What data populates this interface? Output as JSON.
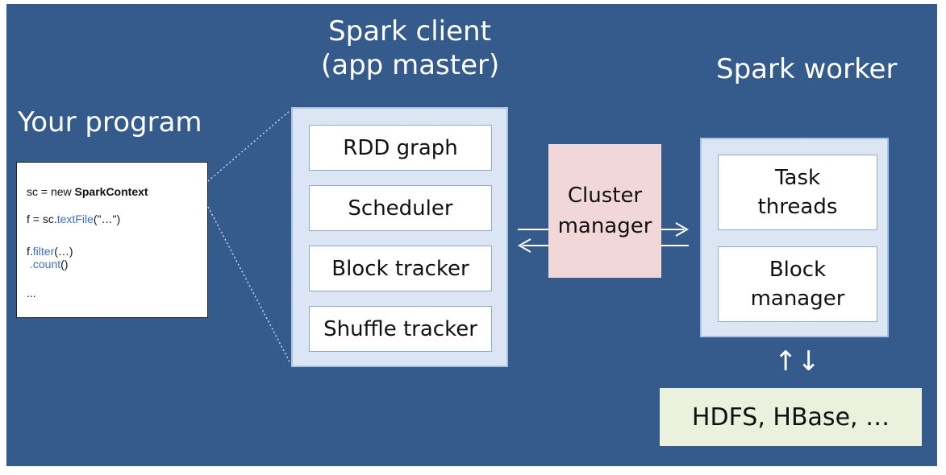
{
  "titles": {
    "your_program": "Your program",
    "spark_client_line1": "Spark client",
    "spark_client_line2": "(app master)",
    "spark_worker": "Spark worker"
  },
  "code": {
    "line1_prefix": "sc = new ",
    "line1_bold": "SparkContext",
    "line2_prefix": "f = sc.",
    "line2_method": "textFile",
    "line2_arg": "(\"…\")",
    "line3_prefix": "f.",
    "line3_method": "filter",
    "line3_arg": "(…)",
    "line4_dot": ".",
    "line4_method": "count",
    "line4_arg": "()",
    "line5": "..."
  },
  "client_boxes": [
    "RDD graph",
    "Scheduler",
    "Block tracker",
    "Shuffle tracker"
  ],
  "cluster_manager": {
    "line1": "Cluster",
    "line2": "manager"
  },
  "worker_boxes": {
    "task_line1": "Task",
    "task_line2": "threads",
    "block_line1": "Block",
    "block_line2": "manager"
  },
  "storage": {
    "label": "HDFS, HBase, …",
    "arrows": "↑↓"
  },
  "colors": {
    "background": "#355b8d",
    "panel": "#dbe5f3",
    "cluster_manager": "#f2d7d9",
    "storage": "#eaf1dc"
  }
}
